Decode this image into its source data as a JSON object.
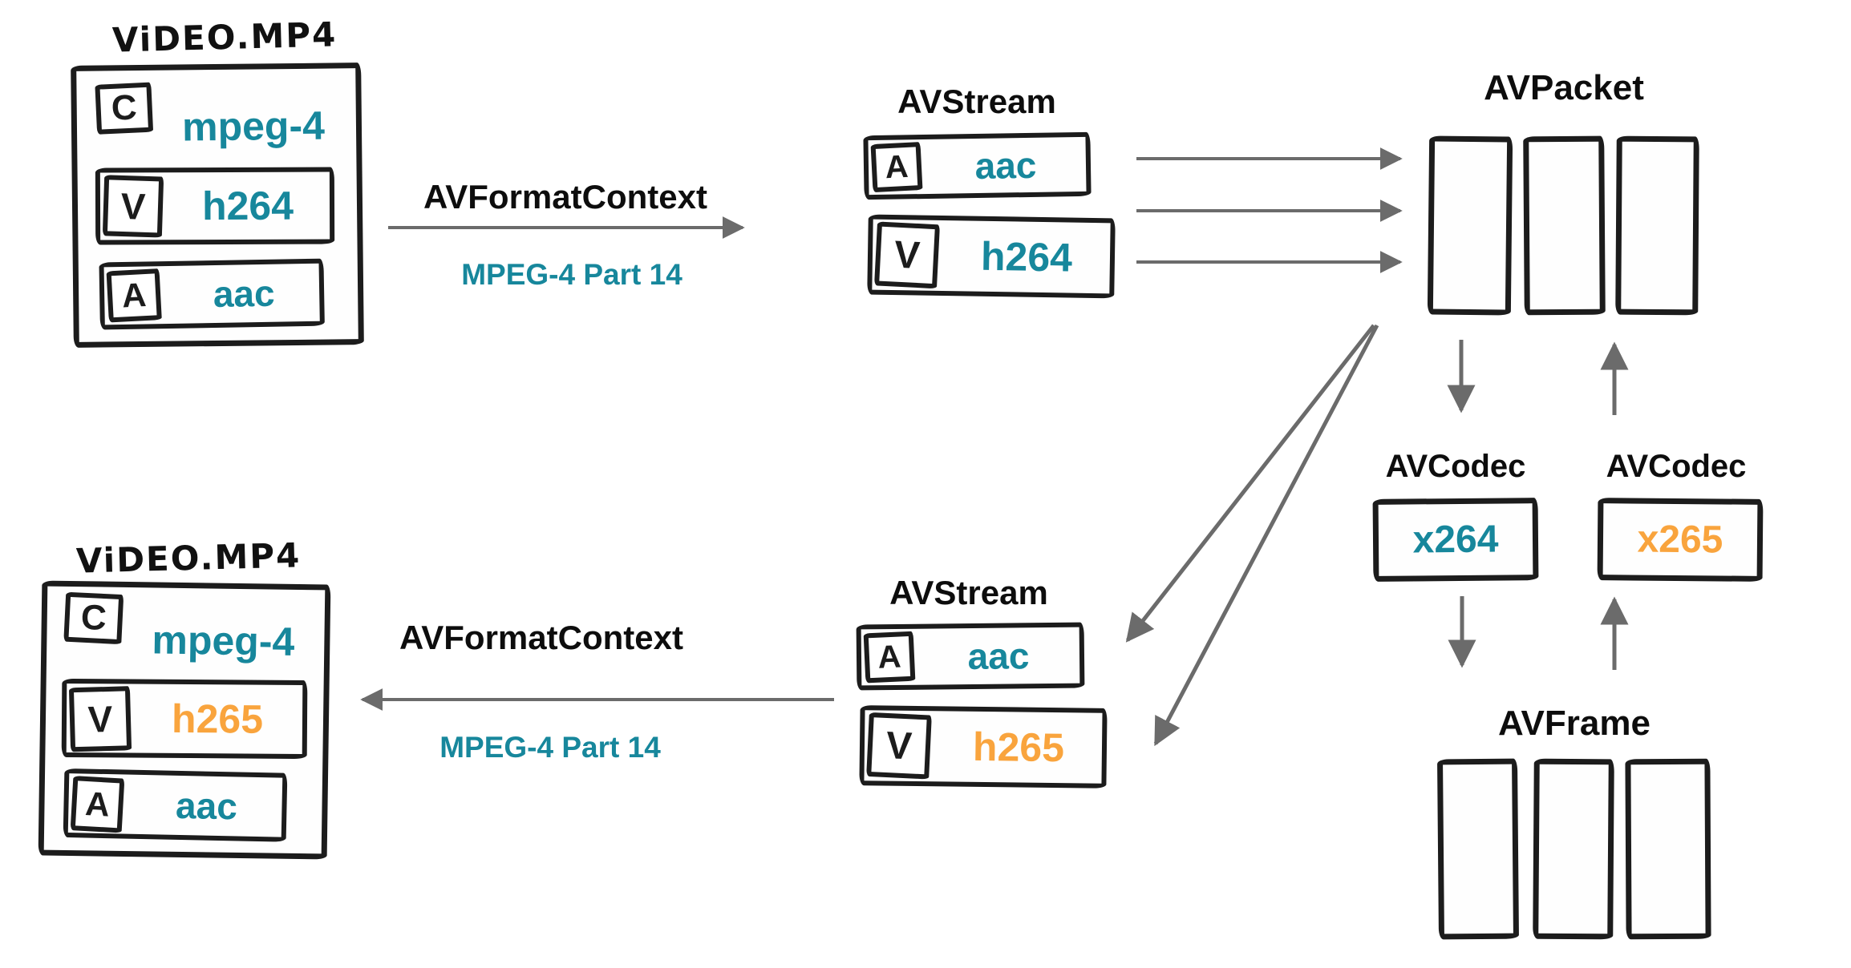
{
  "colors": {
    "teal": "#17879C",
    "orange": "#F9A43D",
    "ink": "#1c1c1c",
    "arrow": "#6b6b6b"
  },
  "input_file": {
    "label": "ViDEO.MP4",
    "container": {
      "tag": "C",
      "format": "mpeg-4"
    },
    "video": {
      "tag": "V",
      "codec": "h264"
    },
    "audio": {
      "tag": "A",
      "codec": "aac"
    }
  },
  "output_file": {
    "label": "ViDEO.MP4",
    "container": {
      "tag": "C",
      "format": "mpeg-4"
    },
    "video": {
      "tag": "V",
      "codec": "h265"
    },
    "audio": {
      "tag": "A",
      "codec": "aac"
    }
  },
  "demuxer": {
    "title": "AVFormatContext",
    "subtitle": "MPEG-4 Part 14"
  },
  "muxer": {
    "title": "AVFormatContext",
    "subtitle": "MPEG-4 Part 14"
  },
  "input_streams": {
    "title": "AVStream",
    "audio": {
      "tag": "A",
      "codec": "aac"
    },
    "video": {
      "tag": "V",
      "codec": "h264"
    }
  },
  "output_streams": {
    "title": "AVStream",
    "audio": {
      "tag": "A",
      "codec": "aac"
    },
    "video": {
      "tag": "V",
      "codec": "h265"
    }
  },
  "packet": {
    "title": "AVPacket"
  },
  "decoder": {
    "title": "AVCodec",
    "name": "x264"
  },
  "encoder": {
    "title": "AVCodec",
    "name": "x265"
  },
  "frame": {
    "title": "AVFrame"
  }
}
